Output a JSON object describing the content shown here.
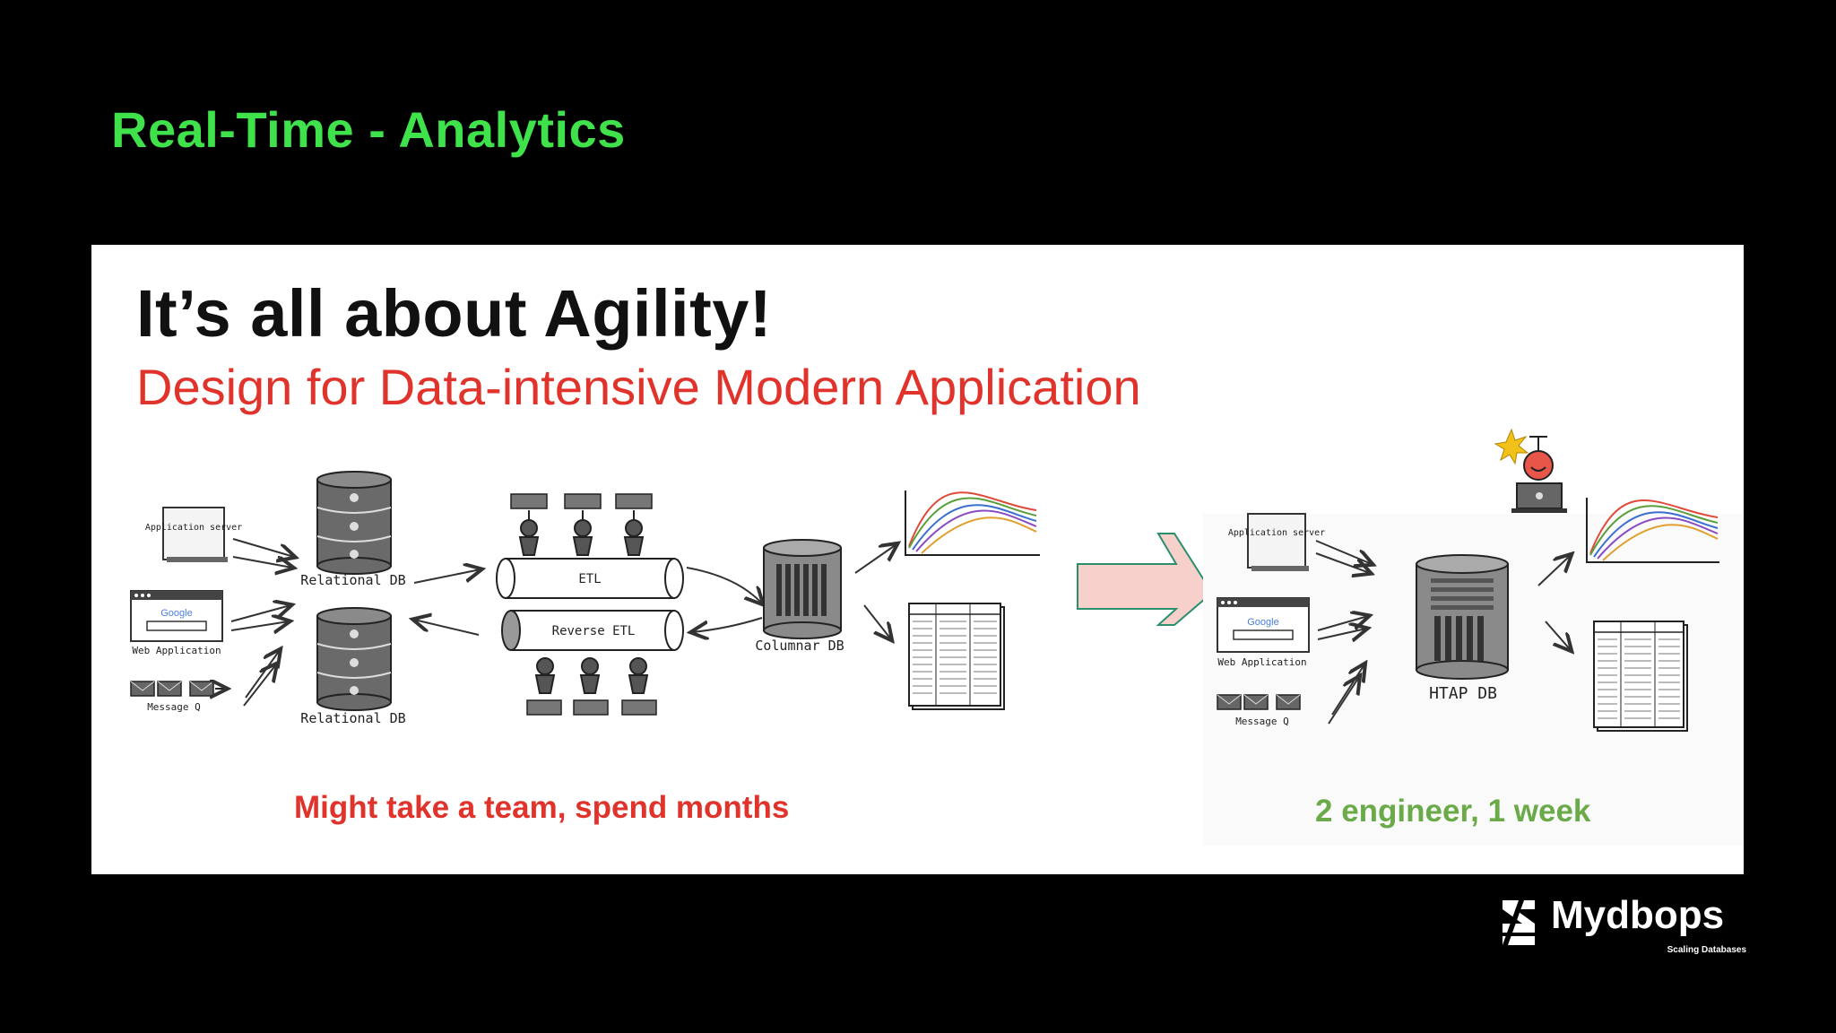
{
  "slide": {
    "title": "Real-Time - Analytics"
  },
  "panel": {
    "heading": "It’s all about Agility!",
    "subheading": "Design for Data-intensive Modern Application",
    "left": {
      "app_server": "Application server",
      "web_app": "Web Application",
      "google": "Google",
      "message_q": "Message Q",
      "relational_db_top": "Relational DB",
      "relational_db_bottom": "Relational DB",
      "etl": "ETL",
      "reverse_etl": "Reverse ETL",
      "columnar_db": "Columnar DB",
      "caption": "Might take a team, spend months"
    },
    "right": {
      "app_server": "Application server",
      "web_app": "Web Application",
      "google": "Google",
      "message_q": "Message Q",
      "htap_db": "HTAP DB",
      "caption": "2 engineer, 1 week"
    }
  },
  "brand": {
    "name": "Mydbops",
    "tagline": "Scaling Databases"
  },
  "colors": {
    "slide_title": "#3fe24a",
    "subheading": "#e0332b",
    "left_caption": "#e0332b",
    "right_caption": "#6aaa49",
    "transition_arrow": "#f7d0cc"
  }
}
